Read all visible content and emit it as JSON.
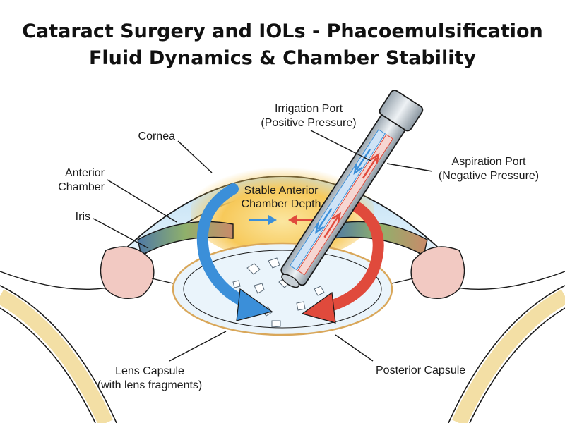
{
  "title": {
    "line1": "Cataract Surgery and IOLs - Phacoemulsification",
    "line2": "Fluid Dynamics & Chamber Stability"
  },
  "labels": {
    "cornea": "Cornea",
    "anterior_chamber_1": "Anterior",
    "anterior_chamber_2": "Chamber",
    "iris": "Iris",
    "irrigation_1": "Irrigation Port",
    "irrigation_2": "(Positive Pressure)",
    "aspiration_1": "Aspiration Port",
    "aspiration_2": "(Negative Pressure)",
    "stable_1": "Stable Anterior",
    "stable_2": "Chamber Depth",
    "lens_capsule_1": "Lens Capsule",
    "lens_capsule_2": "(with lens fragments)",
    "posterior_capsule": "Posterior Capsule"
  },
  "colors": {
    "irrigation": "#3b8fd9",
    "aspiration": "#e04a3c",
    "cornea": "#cfe6f5",
    "chamber_glow": "#f7c95a",
    "iris": "#6f8fb0",
    "ciliary": "#f2c9c2",
    "sclera_band": "#f3dfa5"
  }
}
